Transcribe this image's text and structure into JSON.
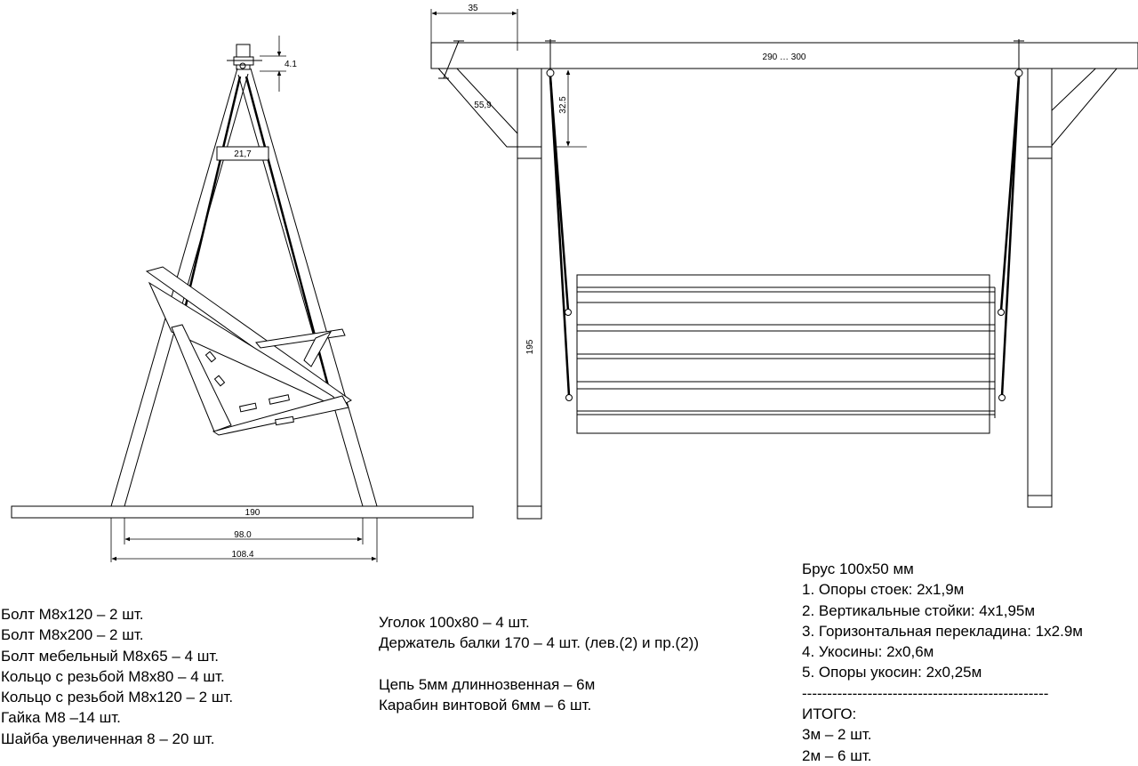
{
  "side_view": {
    "dims": {
      "bolt_height": "4.1",
      "crossbar": "21,7",
      "base_length": "190",
      "inner_span": "98.0",
      "outer_span": "108.4"
    }
  },
  "front_view": {
    "dims": {
      "overhang": "35",
      "beam_length": "290 … 300",
      "brace": "55,9",
      "hang_drop": "32.5",
      "post_height": "195"
    }
  },
  "hardware_list": [
    "Болт М8х120 – 2 шт.",
    "Болт М8х200 – 2 шт.",
    "Болт мебельный М8х65 – 4 шт.",
    "Кольцо с резьбой М8х80 – 4 шт.",
    "Кольцо с резьбой М8х120 – 2 шт.",
    "Гайка М8 –14 шт.",
    "Шайба увеличенная 8 – 20 шт."
  ],
  "fittings_list": {
    "corner": "Уголок 100х80 – 4 шт.",
    "beam_holder": "Держатель балки 170 – 4 шт. (лев.(2) и пр.(2))",
    "chain": "Цепь 5мм длиннозвенная – 6м",
    "carabiner": "Карабин винтовой  6мм – 6 шт."
  },
  "lumber_list": {
    "header": "Брус 100х50 мм",
    "items": [
      "1. Опоры стоек: 2х1,9м",
      "2. Вертикальные стойки: 4х1,95м",
      "3. Горизонтальная перекладина: 1х2.9м",
      "4. Укосины: 2х0,6м",
      "5. Опоры укосин: 2х0,25м"
    ],
    "separator": "-------------------------------------------------",
    "total_label": "ИТОГО:",
    "totals": [
      "3м – 2 шт.",
      "2м – 6 шт."
    ]
  }
}
